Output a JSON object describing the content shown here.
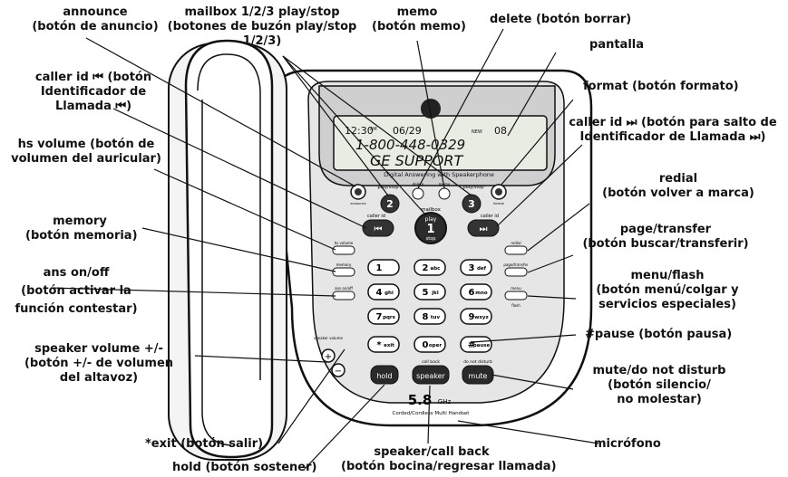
{
  "phone": {
    "display": {
      "time": "12:30",
      "am": "AM",
      "date": "06/29",
      "new_label": "NEW",
      "count": "08",
      "number": "1-800-448-0329",
      "name": "GE SUPPORT"
    },
    "panel_text": "Digital Answering with Speakerphone",
    "play_stop_label": "play/stop",
    "mailbox_label": "mailbox",
    "play_center_top": "play",
    "play_center_num": "1",
    "play_center_bottom": "stop",
    "caller_id_label": "caller id",
    "delete_small": "delete",
    "memo_small": "memo",
    "announce_small": "announce",
    "format_small": "format",
    "hs_volume_small": "hs volume",
    "memory_small": "memory",
    "ans_onoff_small": "ans on/off",
    "redial_small": "redial",
    "page_transfer_small": "page/transfer",
    "menu_small": "menu",
    "flash_small": "flash",
    "speaker_volume_small": "speaker volume",
    "call_back_small": "call back",
    "do_not_disturb_small": "do not disturb",
    "hold_btn": "hold",
    "speaker_btn": "speaker",
    "mute_btn": "mute",
    "keys": [
      {
        "num": "1",
        "letters": ""
      },
      {
        "num": "2",
        "letters": "abc"
      },
      {
        "num": "3",
        "letters": "def"
      },
      {
        "num": "4",
        "letters": "ghi"
      },
      {
        "num": "5",
        "letters": "jkl"
      },
      {
        "num": "6",
        "letters": "mno"
      },
      {
        "num": "7",
        "letters": "pqrs"
      },
      {
        "num": "8",
        "letters": "tuv"
      },
      {
        "num": "9",
        "letters": "wxyz"
      },
      {
        "num": "*",
        "letters": "exit"
      },
      {
        "num": "0",
        "letters": "oper"
      },
      {
        "num": "#",
        "letters": "pause"
      }
    ],
    "brand_big": "5.8",
    "brand_ghz": "GHz",
    "brand_sub": "Corded/Cordless Multi Handset"
  },
  "callouts": {
    "announce": [
      "announce",
      "(botón de anuncio)"
    ],
    "mailbox": [
      "mailbox 1/2/3 play/stop",
      "(botones de buzón play/stop",
      "1/2/3)"
    ],
    "memo": [
      "memo",
      "(botón memo)"
    ],
    "delete": [
      "delete (botón borrar)"
    ],
    "pantalla": [
      "pantalla"
    ],
    "format": [
      "format (botón formato)"
    ],
    "caller_id_back": [
      "caller id ⏮ (botón",
      "Identificador de",
      "Llamada ⏮)"
    ],
    "caller_id_fwd": [
      "caller id ⏭ (botón para salto de",
      "Identificador de Llamada ⏭)"
    ],
    "hs_volume": [
      "hs volume (botón de",
      "volumen del auricular)"
    ],
    "redial": [
      "redial",
      "(botón volver a marca)"
    ],
    "memory": [
      "memory",
      "(botón memoria)"
    ],
    "page_transfer": [
      "page/transfer",
      "(botón buscar/transferir)"
    ],
    "ans_onoff": [
      "ans on/off",
      "(botón activar la",
      "función contestar)"
    ],
    "menu_flash": [
      "menu/flash",
      "(botón menú/colgar y",
      "servicios especiales)"
    ],
    "speaker_volume": [
      "speaker volume +/-",
      "(botón +/- de volumen",
      "del altavoz)"
    ],
    "pause": [
      "#pause (botón pausa)"
    ],
    "mute": [
      "mute/do not disturb",
      "(botón silencio/",
      "no molestar)"
    ],
    "exit": [
      "*exit (botón salir)"
    ],
    "microfono": [
      "micrófono"
    ],
    "speaker_callback": [
      "speaker/call back",
      "(botón bocina/regresar llamada)"
    ],
    "hold": [
      "hold (botón sostener)"
    ]
  }
}
